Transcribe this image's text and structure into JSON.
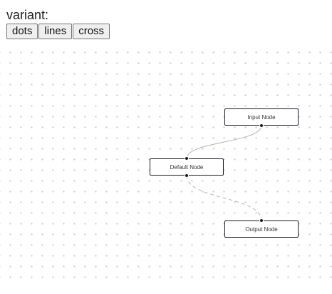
{
  "toolbar": {
    "label": "variant:",
    "buttons": {
      "dots": "dots",
      "lines": "lines",
      "cross": "cross"
    }
  },
  "flow": {
    "background_variant": "dots",
    "nodes": {
      "input": {
        "label": "Input Node"
      },
      "default": {
        "label": "Default Node"
      },
      "output": {
        "label": "Output Node"
      }
    },
    "edges": [
      {
        "source": "input",
        "target": "default",
        "style": "solid"
      },
      {
        "source": "default",
        "target": "output",
        "style": "dashed",
        "animated": true
      }
    ]
  },
  "colors": {
    "edge": "#b1b1b7",
    "node_border": "#1a192b",
    "dots": "#c9c9c9"
  }
}
